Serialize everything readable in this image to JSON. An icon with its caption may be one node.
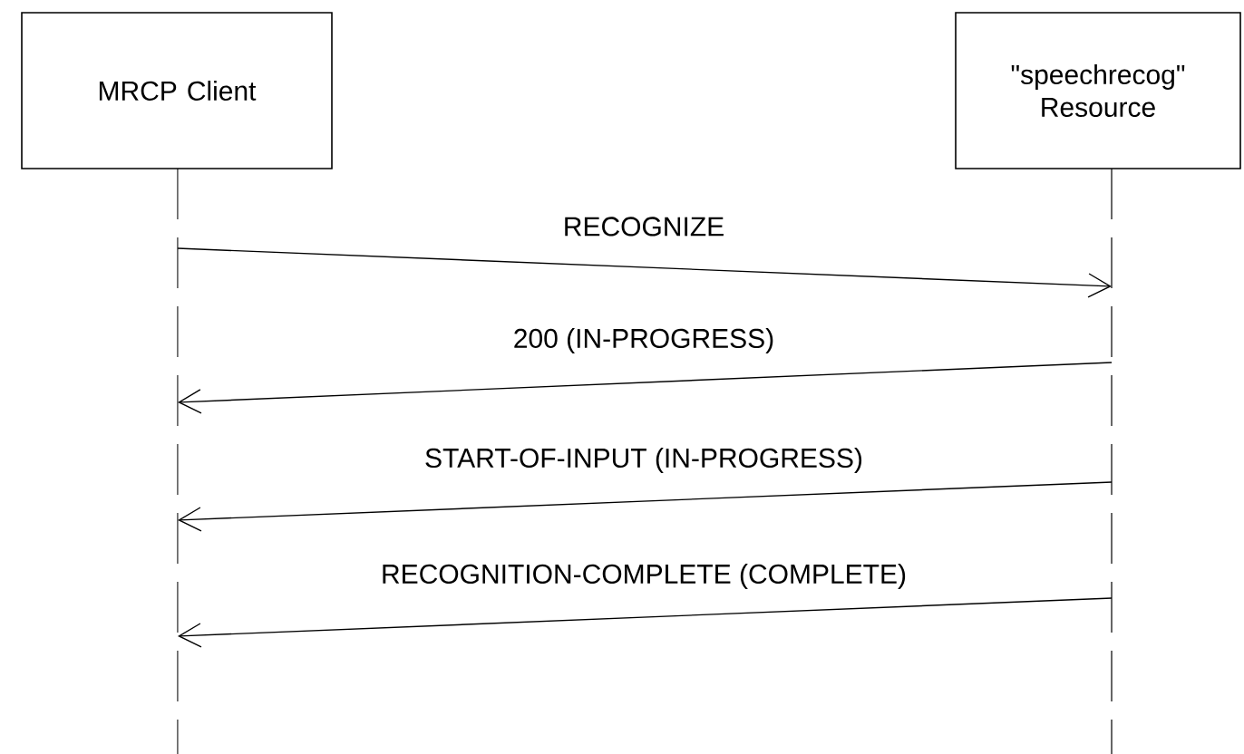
{
  "diagram": {
    "nodes": [
      {
        "text": [
          "MRCP Client"
        ]
      },
      {
        "text": [
          "\"speechrecog\" Resource"
        ]
      }
    ],
    "edges": [
      {
        "from": 0,
        "to": 1,
        "arrow": "to",
        "label": "RECOGNIZE"
      },
      {
        "from": 1,
        "to": 0,
        "arrow": "to",
        "label": "200 (IN-PROGRESS)"
      },
      {
        "from": 1,
        "to": 0,
        "arrow": "to",
        "label": "START-OF-INPUT (IN-PROGRESS)"
      },
      {
        "from": 1,
        "to": 0,
        "arrow": "to",
        "label": "RECOGNITION-COMPLETE (COMPLETE)"
      }
    ]
  }
}
